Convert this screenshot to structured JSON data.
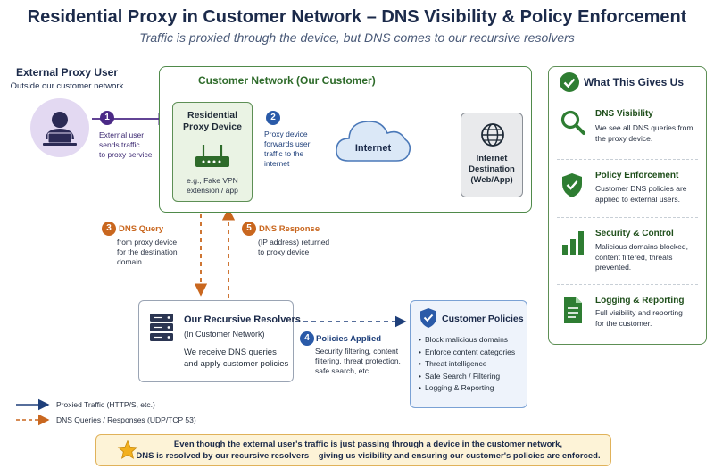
{
  "header": {
    "title": "Residential Proxy in Customer Network – DNS Visibility & Policy Enforcement",
    "subtitle": "Traffic is proxied through the device, but DNS comes to our recursive resolvers"
  },
  "user": {
    "title": "External Proxy User",
    "subtitle": "Outside our customer network"
  },
  "steps": {
    "s1": {
      "num": "1",
      "text_1": "External user",
      "text_2": "sends traffic",
      "text_3": "to proxy service"
    },
    "s2": {
      "num": "2",
      "text_1": "Proxy device",
      "text_2": "forwards user",
      "text_3": "traffic to the",
      "text_4": "internet"
    },
    "s3": {
      "num": "3",
      "title": "DNS Query",
      "text_1": "from proxy device",
      "text_2": "for the destination",
      "text_3": "domain"
    },
    "s4": {
      "num": "4",
      "title": "Policies Applied",
      "text_1": "Security filtering, content",
      "text_2": "filtering, threat protection,",
      "text_3": "safe search, etc."
    },
    "s5": {
      "num": "5",
      "title": "DNS Response",
      "text_1": "(IP address) returned",
      "text_2": "to proxy device"
    }
  },
  "customer_network": {
    "label": "Customer Network (Our Customer)",
    "proxy_title_1": "Residential",
    "proxy_title_2": "Proxy Device",
    "proxy_note_1": "e.g., Fake VPN",
    "proxy_note_2": "extension / app",
    "internet_label": "Internet",
    "dest_1": "Internet",
    "dest_2": "Destination",
    "dest_3": "(Web/App)"
  },
  "resolvers": {
    "title": "Our Recursive Resolvers",
    "subtitle": "(In Customer Network)",
    "desc_1": "We receive DNS queries",
    "desc_2": "and apply customer policies"
  },
  "policies": {
    "title": "Customer Policies",
    "items": [
      "Block malicious domains",
      "Enforce content categories",
      "Threat intelligence",
      "Safe Search / Filtering",
      "Logging & Reporting"
    ]
  },
  "benefits": {
    "title": "What This Gives Us",
    "items": [
      {
        "title": "DNS Visibility",
        "desc_1": "We see all DNS queries from",
        "desc_2": "the proxy device.",
        "desc_3": "",
        "icon": "magnifier-icon"
      },
      {
        "title": "Policy Enforcement",
        "desc_1": "Customer DNS policies are",
        "desc_2": "applied to external users.",
        "desc_3": "",
        "icon": "shield-check-icon"
      },
      {
        "title": "Security & Control",
        "desc_1": "Malicious domains blocked,",
        "desc_2": "content filtered, threats",
        "desc_3": "prevented.",
        "icon": "bar-chart-icon"
      },
      {
        "title": "Logging & Reporting",
        "desc_1": "Full visibility and reporting",
        "desc_2": "for the customer.",
        "desc_3": "",
        "icon": "document-icon"
      }
    ]
  },
  "legend": {
    "proxied": "Proxied Traffic (HTTP/S, etc.)",
    "dns": "DNS Queries / Responses (UDP/TCP 53)"
  },
  "footer": {
    "line_1": "Even though the external user's traffic is just passing through a device in the customer network,",
    "line_2": "DNS is resolved by our recursive resolvers – giving us visibility and ensuring our customer's policies are enforced."
  },
  "colors": {
    "purple": "#4b2a86",
    "blue": "#2a5aa8",
    "orange": "#c9671f",
    "green": "#2e6b2a"
  }
}
